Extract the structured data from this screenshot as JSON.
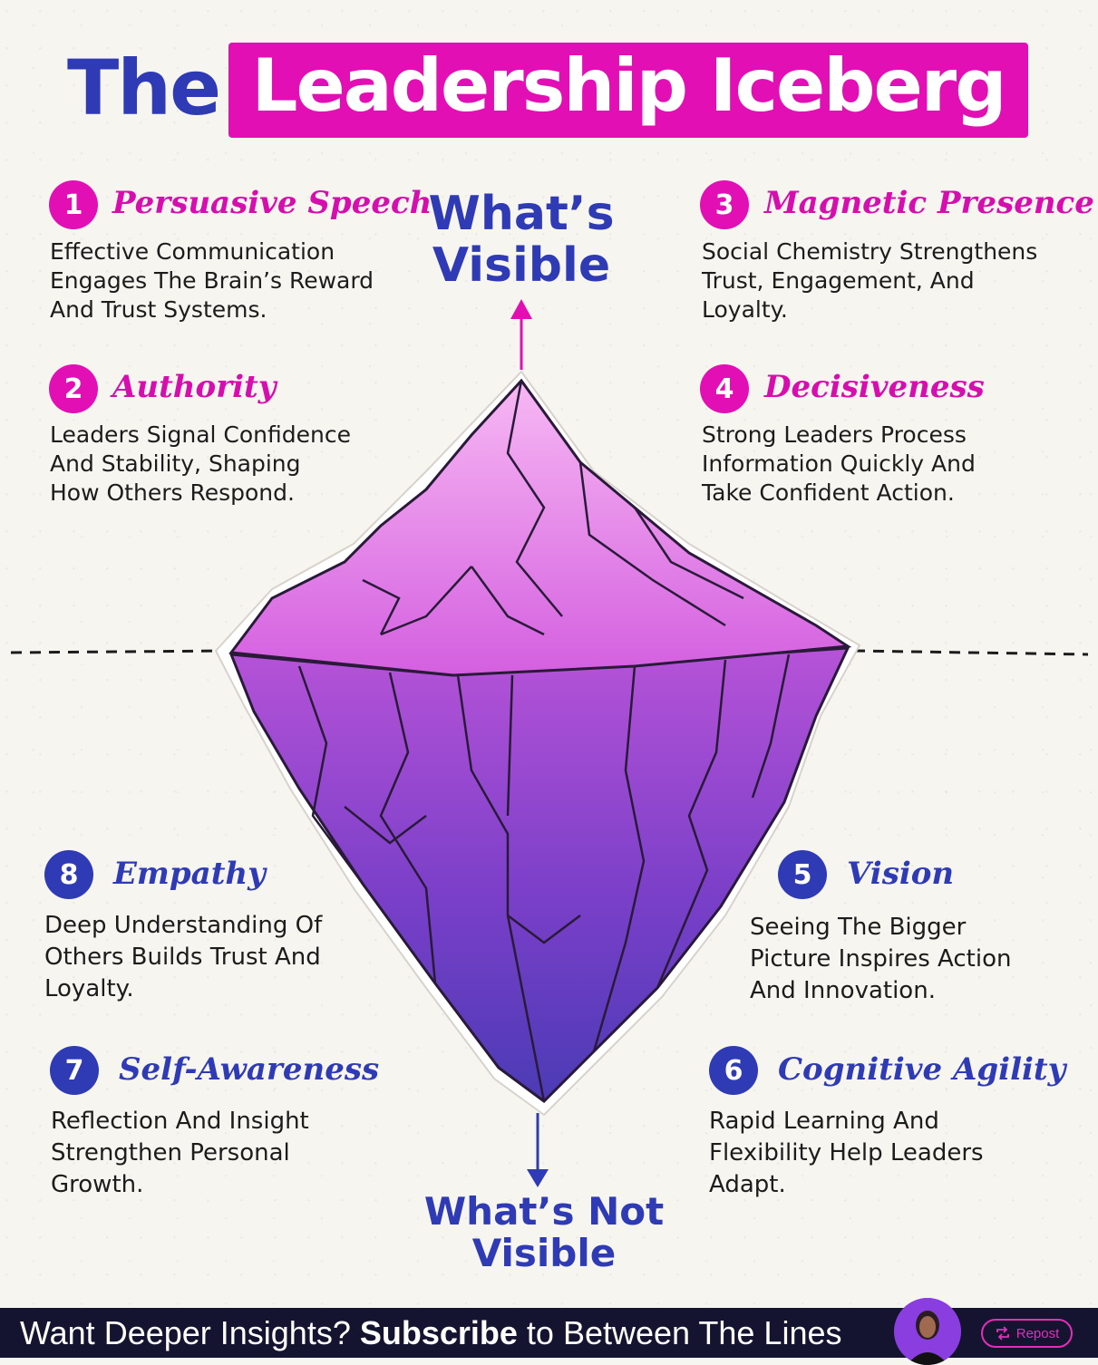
{
  "title": {
    "prefix": "The",
    "main": "The Leadership Iceberg",
    "highlight": "Leadership Iceberg"
  },
  "labels": {
    "visible_line1": "What’s",
    "visible_line2": "Visible",
    "not_visible_line1": "What’s Not",
    "not_visible_line2": "Visible"
  },
  "items": [
    {
      "number": "1",
      "heading": "Persuasive Speech",
      "lines": [
        "Effective Communication",
        "Engages The Brain’s Reward",
        "And Trust Systems."
      ]
    },
    {
      "number": "2",
      "heading": "Authority",
      "lines": [
        "Leaders Signal Confidence",
        "And Stability, Shaping",
        "How Others Respond."
      ]
    },
    {
      "number": "3",
      "heading": "Magnetic Presence",
      "lines": [
        "Social Chemistry Strengthens",
        "Trust, Engagement, And",
        "Loyalty."
      ]
    },
    {
      "number": "4",
      "heading": "Decisiveness",
      "lines": [
        "Strong Leaders Process",
        "Information Quickly And",
        "Take Confident Action."
      ]
    },
    {
      "number": "5",
      "heading": "Vision",
      "lines": [
        "Seeing The Bigger",
        "Picture Inspires Action",
        "And Innovation."
      ]
    },
    {
      "number": "6",
      "heading": "Cognitive Agility",
      "lines": [
        "Rapid Learning And",
        "Flexibility Help Leaders",
        "Adapt."
      ]
    },
    {
      "number": "7",
      "heading": "Self-Awareness",
      "lines": [
        "Reflection And Insight",
        "Strengthen Personal",
        "Growth."
      ]
    },
    {
      "number": "8",
      "heading": "Empathy",
      "lines": [
        "Deep Understanding Of",
        "Others Builds Trust And",
        "Loyalty."
      ]
    }
  ],
  "footer": {
    "text_before": "Want Deeper Insights? ",
    "bold": "Subscribe",
    "text_after": " to Between The Lines",
    "repost_label": "Repost",
    "repost_icon": "repost-arrows-icon",
    "avatar_icon": "author-avatar-icon"
  },
  "colors": {
    "accent_pink": "#e20fb5",
    "accent_blue": "#2f3bb5",
    "background": "#f7f5f0",
    "footer": "#141430"
  }
}
